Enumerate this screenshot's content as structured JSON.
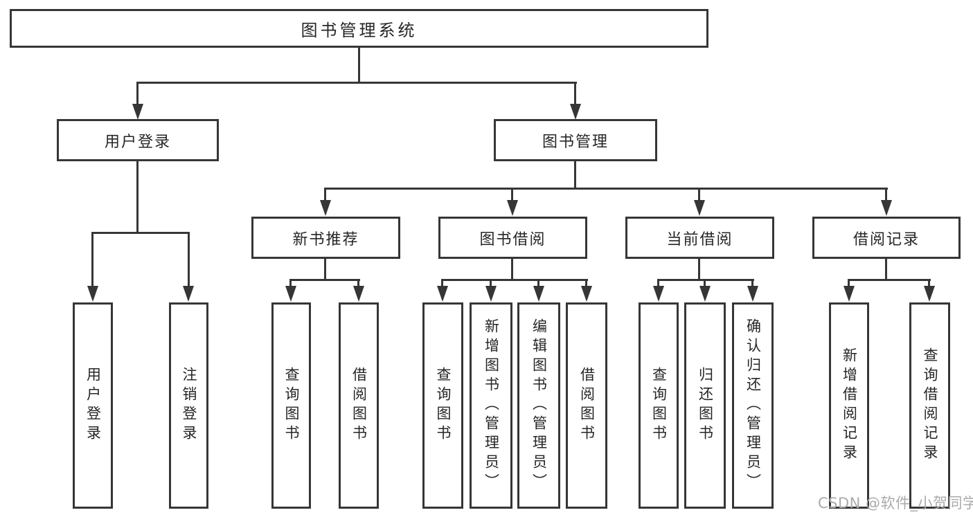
{
  "diagram": {
    "type": "hierarchy",
    "root": {
      "id": "library-system",
      "label": "图书管理系统",
      "children": [
        {
          "id": "user-login",
          "label": "用户登录",
          "children": [
            {
              "id": "login",
              "label": "用户登录"
            },
            {
              "id": "logout",
              "label": "注销登录"
            }
          ]
        },
        {
          "id": "book-management",
          "label": "图书管理",
          "children": [
            {
              "id": "new-book-recommend",
              "label": "新书推荐",
              "children": [
                {
                  "id": "query-books",
                  "label": "查询图书"
                },
                {
                  "id": "borrow-books",
                  "label": "借阅图书"
                }
              ]
            },
            {
              "id": "book-borrowing",
              "label": "图书借阅",
              "children": [
                {
                  "id": "query-books",
                  "label": "查询图书"
                },
                {
                  "id": "add-books-admin",
                  "label": "新增图书（管理员）"
                },
                {
                  "id": "edit-books-admin",
                  "label": "编辑图书（管理员）"
                },
                {
                  "id": "borrow-books",
                  "label": "借阅图书"
                }
              ]
            },
            {
              "id": "current-borrowing",
              "label": "当前借阅",
              "children": [
                {
                  "id": "query-books",
                  "label": "查询图书"
                },
                {
                  "id": "return-books",
                  "label": "归还图书"
                },
                {
                  "id": "confirm-return-admin",
                  "label": "确认归还（管理员）"
                }
              ]
            },
            {
              "id": "borrowing-records",
              "label": "借阅记录",
              "children": [
                {
                  "id": "add-borrow-record",
                  "label": "新增借阅记录"
                },
                {
                  "id": "query-borrow-record",
                  "label": "查询借阅记录"
                }
              ]
            }
          ]
        }
      ]
    },
    "colors": {
      "line": "#363636",
      "box_border": "#363636",
      "box_fill": "#ffffff",
      "text": "#262626",
      "background": "#ffffff",
      "watermark": "#ababab"
    }
  },
  "watermark": {
    "text": "CSDN @软件_小贺同学"
  }
}
